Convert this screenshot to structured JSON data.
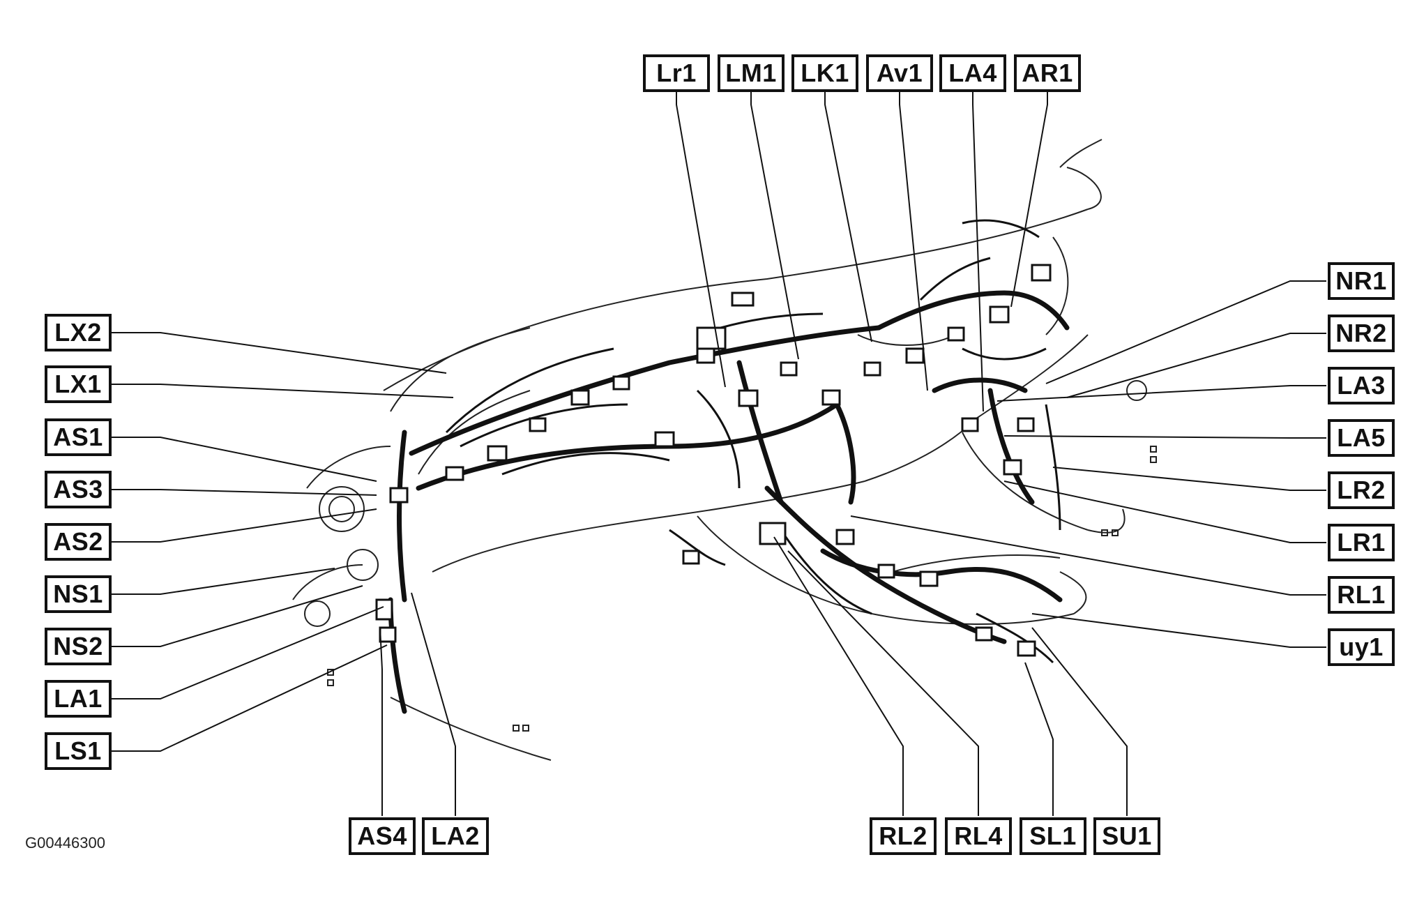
{
  "figure_code": "G00446300",
  "connectors": {
    "top": [
      "Lr1",
      "LM1",
      "LK1",
      "Av1",
      "LA4",
      "AR1"
    ],
    "left": [
      "LX2",
      "LX1",
      "AS1",
      "AS3",
      "AS2",
      "NS1",
      "NS2",
      "LA1",
      "LS1"
    ],
    "right": [
      "NR1",
      "NR2",
      "LA3",
      "LA5",
      "LR2",
      "LR1",
      "RL1",
      "uy1"
    ],
    "bottom_left": [
      "AS4",
      "LA2"
    ],
    "bottom_right": [
      "RL2",
      "RL4",
      "SL1",
      "SU1"
    ]
  },
  "colors": {
    "line": "#111111",
    "background": "#ffffff"
  }
}
